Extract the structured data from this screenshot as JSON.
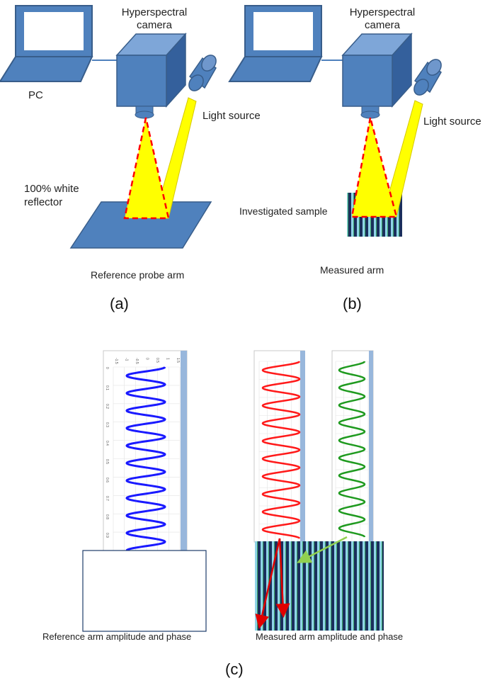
{
  "panel_a": {
    "camera_label_line1": "Hyperspectral",
    "camera_label_line2": "camera",
    "pc_label": "PC",
    "light_label": "Light source",
    "reflector_label_line1": "100% white",
    "reflector_label_line2": "reflector",
    "caption": "Reference probe arm",
    "panel_label": "(a)"
  },
  "panel_b": {
    "camera_label_line1": "Hyperspectral",
    "camera_label_line2": "camera",
    "light_label": "Light source",
    "sample_label": "Investigated sample",
    "caption": "Measured arm",
    "panel_label": "(b)"
  },
  "panel_c": {
    "reference_caption": "Reference arm amplitude and phase",
    "measured_caption": "Measured arm amplitude and phase",
    "panel_label": "(c)",
    "plot_ticks_top": [
      "-1.5",
      "-1",
      "-0.5",
      "0",
      "0.5",
      "1",
      "1.5"
    ],
    "plot_ticks_side": [
      "0",
      "0.1",
      "0.2",
      "0.3",
      "0.4",
      "0.5",
      "0.6",
      "0.7",
      "0.8",
      "0.9"
    ]
  },
  "colors": {
    "device_blue": "#4f81bd",
    "device_dark": "#385d8a",
    "beam_yellow": "#ffff00",
    "beam_dash_red": "#ff0000",
    "wave_blue": "#1a1aff",
    "wave_red": "#ff1a1a",
    "wave_green": "#1f9a1f",
    "arrow_green": "#92d050"
  }
}
